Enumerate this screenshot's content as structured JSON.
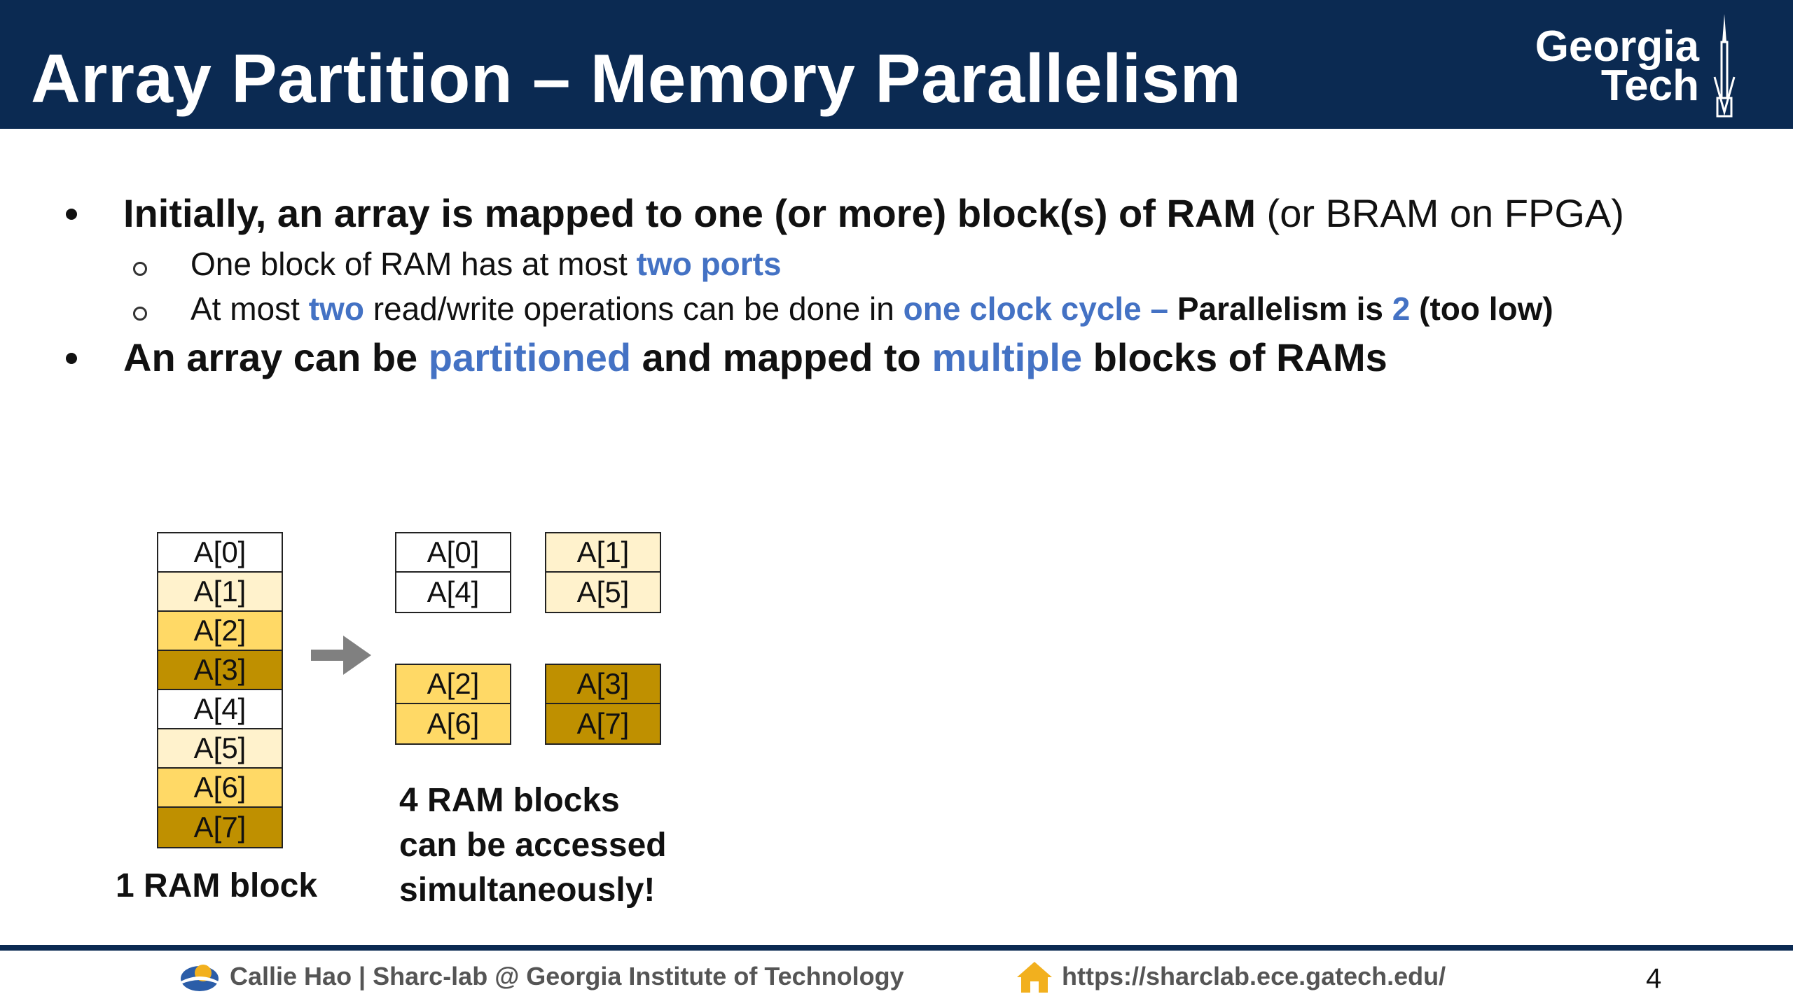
{
  "title": "Array Partition – Memory Parallelism",
  "logo": {
    "line1": "Georgia",
    "line2": "Tech"
  },
  "bullet1": {
    "bold": "Initially, an array is mapped to one (or more) block(s) of RAM",
    "normal": " (or BRAM on FPGA)"
  },
  "sub1": {
    "text": "One block of RAM has at most ",
    "highlight": "two ports"
  },
  "sub2": {
    "part1": "At most ",
    "highlight1": "two",
    "part2": " read/write operations can be done in ",
    "highlight2": "one clock cycle – ",
    "part3": "Parallelism is ",
    "highlight3": "2",
    "part4": " (too low)"
  },
  "bullet2": {
    "part1": "An array can be ",
    "highlight1": "partitioned",
    "part2": " and mapped to ",
    "highlight2": "multiple",
    "part3": " blocks of RAMs"
  },
  "diagram": {
    "single_block": [
      "A[0]",
      "A[1]",
      "A[2]",
      "A[3]",
      "A[4]",
      "A[5]",
      "A[6]",
      "A[7]"
    ],
    "single_label": "1 RAM block",
    "partitioned_blocks": [
      [
        "A[0]",
        "A[4]"
      ],
      [
        "A[1]",
        "A[5]"
      ],
      [
        "A[2]",
        "A[6]"
      ],
      [
        "A[3]",
        "A[7]"
      ]
    ],
    "partitioned_label": [
      "4 RAM blocks",
      "can be accessed",
      "simultaneously!"
    ],
    "colors": {
      "white": "#ffffff",
      "light": "#fff2cc",
      "mid": "#ffd966",
      "dark": "#bf9000"
    }
  },
  "footer": {
    "credit": "Callie Hao | Sharc-lab @ Georgia Institute of Technology",
    "url": "https://sharclab.ece.gatech.edu/",
    "page": "4"
  }
}
